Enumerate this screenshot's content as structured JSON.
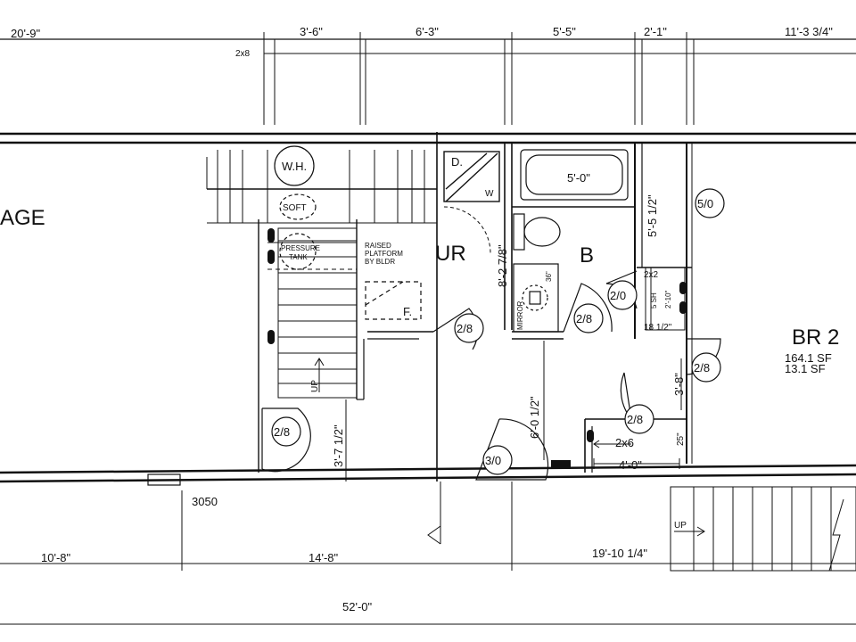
{
  "dimensions_top": [
    "20'-9\"",
    "3'-6\"",
    "6'-3\"",
    "5'-5\"",
    "2'-1\"",
    "11'-3 3/4\""
  ],
  "dimensions_bottom": [
    "10'-8\"",
    "14'-8\"",
    "19'-10 1/4\""
  ],
  "overall_dimension": "52'-0\"",
  "window_label": "3050",
  "lumber_label": "2x8",
  "rooms": {
    "garage": "AGE",
    "furnace_room": "UR",
    "bath": "B",
    "bedroom": "BR 2"
  },
  "bedroom_area": [
    "164.1 SF",
    "13.1 SF"
  ],
  "fixtures": {
    "water_heater": "W.H.",
    "soft": "SOFT",
    "pressure_tank": [
      "PRESSURE",
      "TANK"
    ],
    "raised_platform": [
      "RAISED",
      "PLATFORM",
      "BY BLDR"
    ],
    "furnace": "F.",
    "dryer": "D.",
    "washer": "W",
    "mirror": "MIRROR",
    "vanity": "36\"",
    "shower": "5 SH"
  },
  "stair_labels": [
    "UP",
    "UP"
  ],
  "door_tags": [
    "2/8",
    "2/8",
    "2/8",
    "2/0",
    "2/8",
    "2/8",
    "3/0",
    "5/0"
  ],
  "interior_dims": {
    "tub": "5'-0\"",
    "bath_depth": "8'-2 7/8\"",
    "closet_depth": "5'-5 1/2\"",
    "closet_2x2": "2x2",
    "closet_210": "2'-10\"",
    "closet_18": "18 1/2\"",
    "hall_38": "3'-8\"",
    "hall_6": "6'-0 1/2\"",
    "stud_2x6": "2x6",
    "closet_25": "25\"",
    "closet_4": "4'-0\"",
    "stair_37": "3'-7 1/2\""
  }
}
